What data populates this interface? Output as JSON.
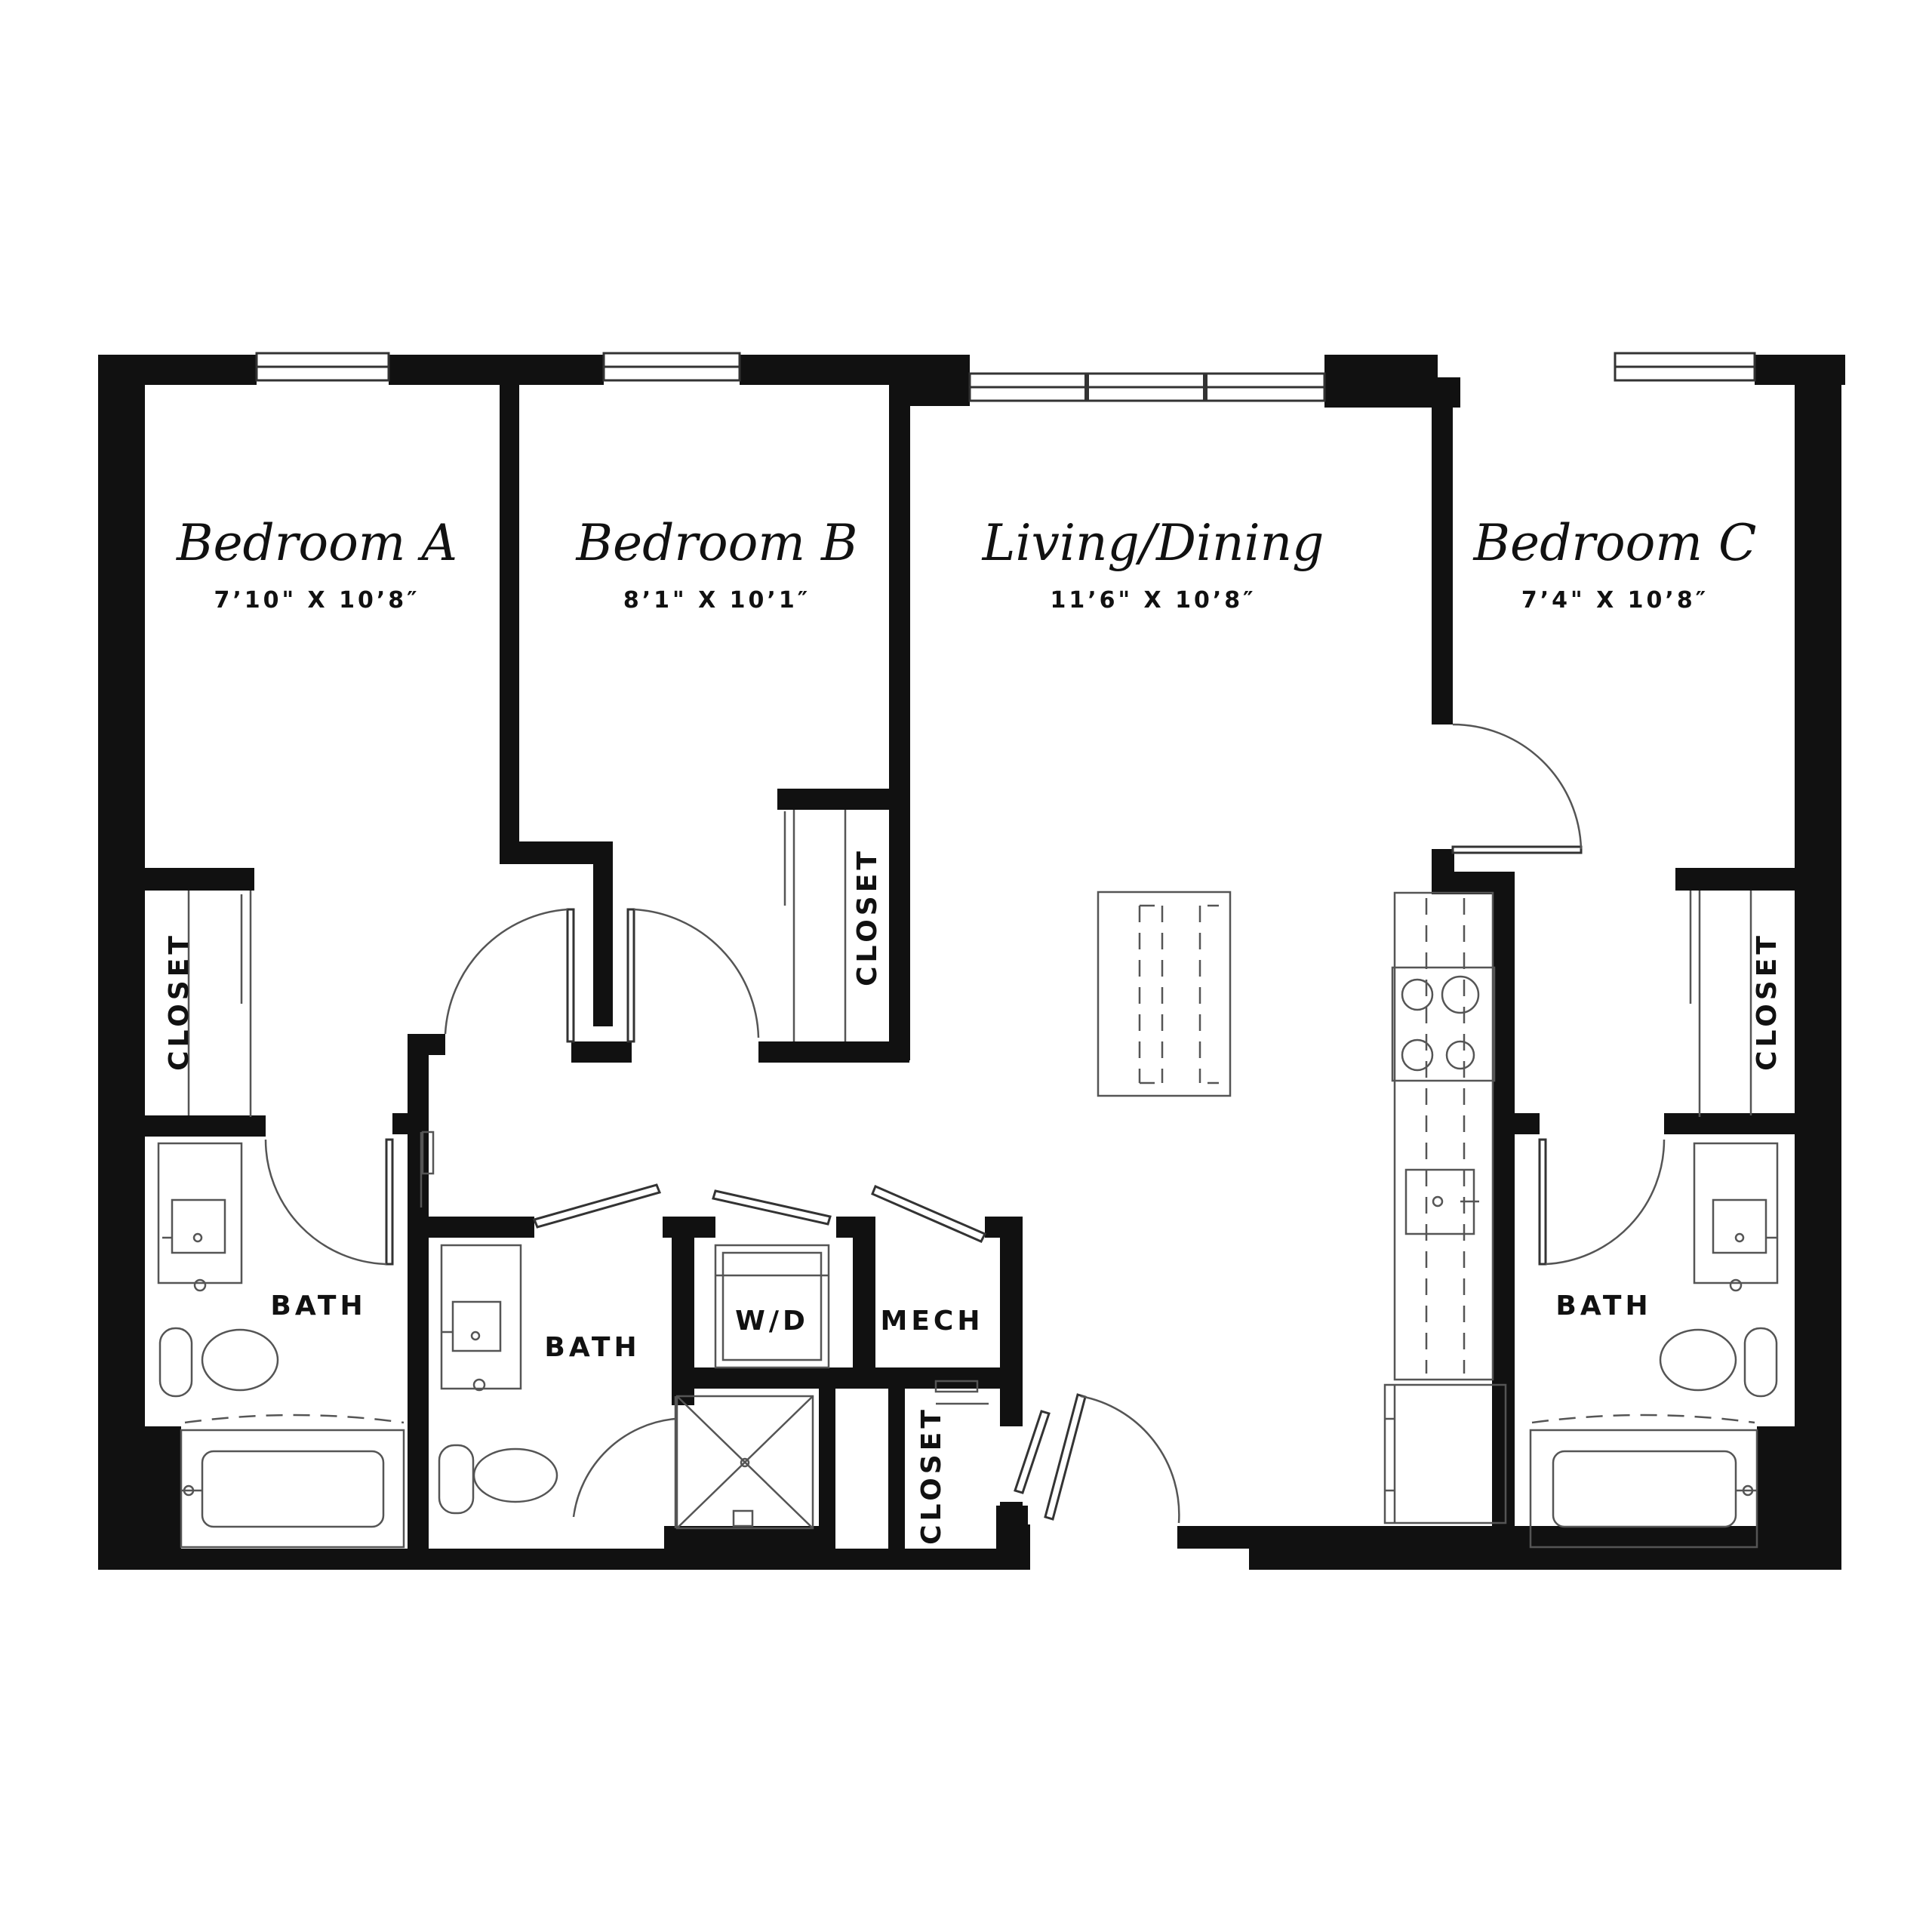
{
  "rooms": {
    "bedroom_a": {
      "name": "Bedroom A",
      "dims": "7’10\" X 10’8″"
    },
    "bedroom_b": {
      "name": "Bedroom B",
      "dims": "8’1\" X 10’1″"
    },
    "living_dining": {
      "name": "Living/Dining",
      "dims": "11’6\" X 10’8″"
    },
    "bedroom_c": {
      "name": "Bedroom C",
      "dims": "7’4\" X 10’8″"
    }
  },
  "labels": {
    "closet_a": "CLOSET",
    "closet_b": "CLOSET",
    "closet_c": "CLOSET",
    "closet_hall": "CLOSET",
    "bath_a": "BATH",
    "bath_hall": "BATH",
    "bath_c": "BATH",
    "wd": "W/D",
    "mech": "MECH"
  },
  "colors": {
    "wall": "#111111",
    "fixture": "#555555",
    "background": "#ffffff"
  }
}
